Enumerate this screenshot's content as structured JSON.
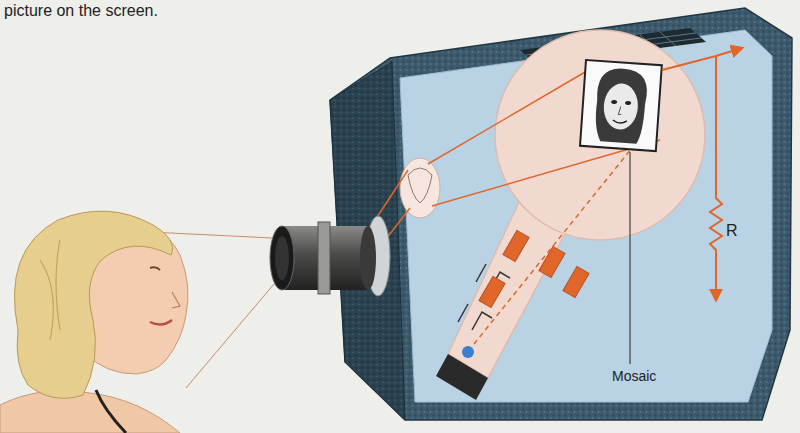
{
  "diagram": {
    "labels": [
      "picture on the screen.",
      "R",
      "Mosaic"
    ]
  }
}
